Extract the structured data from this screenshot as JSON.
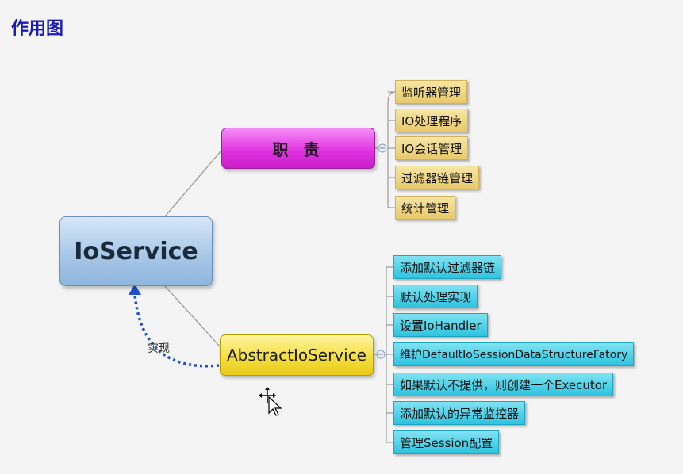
{
  "title": "作用图",
  "root": {
    "label": "IoService"
  },
  "duty": {
    "label": "职 责",
    "items": [
      "监听器管理",
      "IO处理程序",
      "IO会话管理",
      "过滤器链管理",
      "统计管理"
    ]
  },
  "abstract": {
    "label": "AbstractIoService",
    "items": [
      "添加默认过滤器链",
      "默认处理实现",
      "设置IoHandler",
      "维护DefaultIoSessionDataStructureFatory",
      "如果默认不提供，则创建一个Executor",
      "添加默认的异常监控器",
      "管理Session配置"
    ]
  },
  "implements_label": "实现",
  "colors": {
    "title": "#1a1ab8",
    "root": "#a9c8e8",
    "duty": "#e02fe0",
    "abstract": "#f3dc3a",
    "duty_leaf": "#e8c96a",
    "abstract_leaf": "#2dc3df",
    "implements_arrow": "#1f4fc9"
  }
}
